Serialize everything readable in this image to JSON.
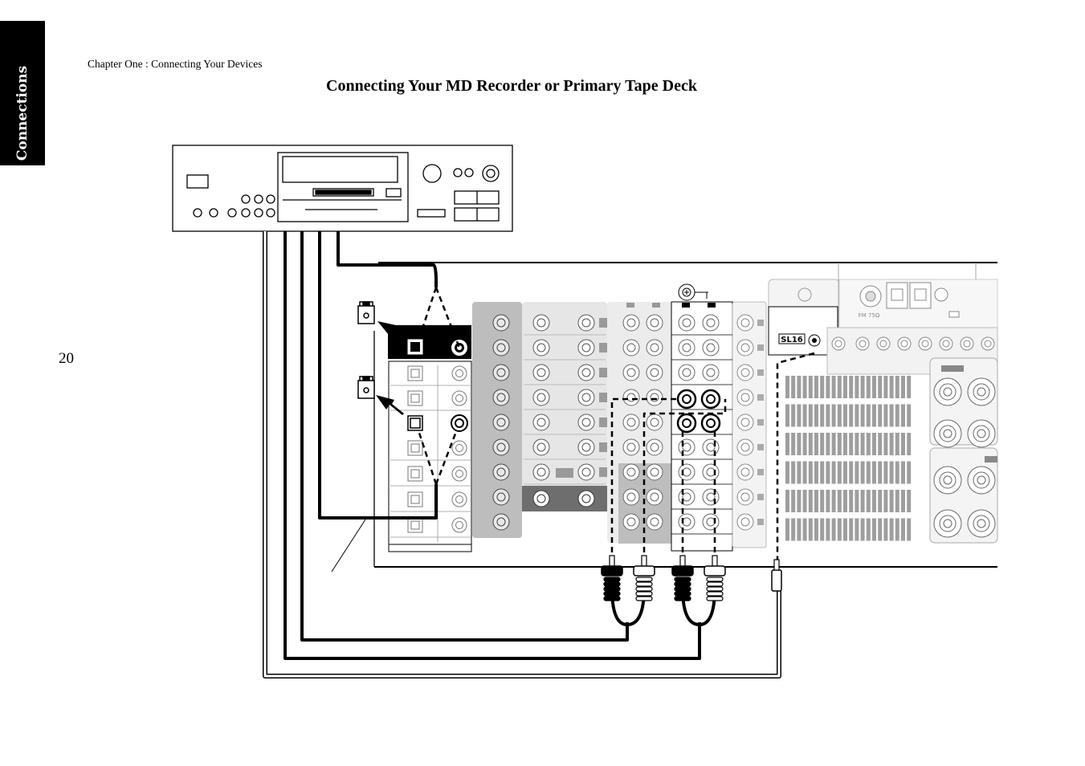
{
  "side_tab": {
    "label": "Connections"
  },
  "header": {
    "chapter": "Chapter One : Connecting Your Devices"
  },
  "title": "Connecting Your MD Recorder or Primary Tape Deck",
  "page_number": "20",
  "diagram": {
    "sl16_label": "SL16",
    "fm_label": "FM 75Ω"
  }
}
